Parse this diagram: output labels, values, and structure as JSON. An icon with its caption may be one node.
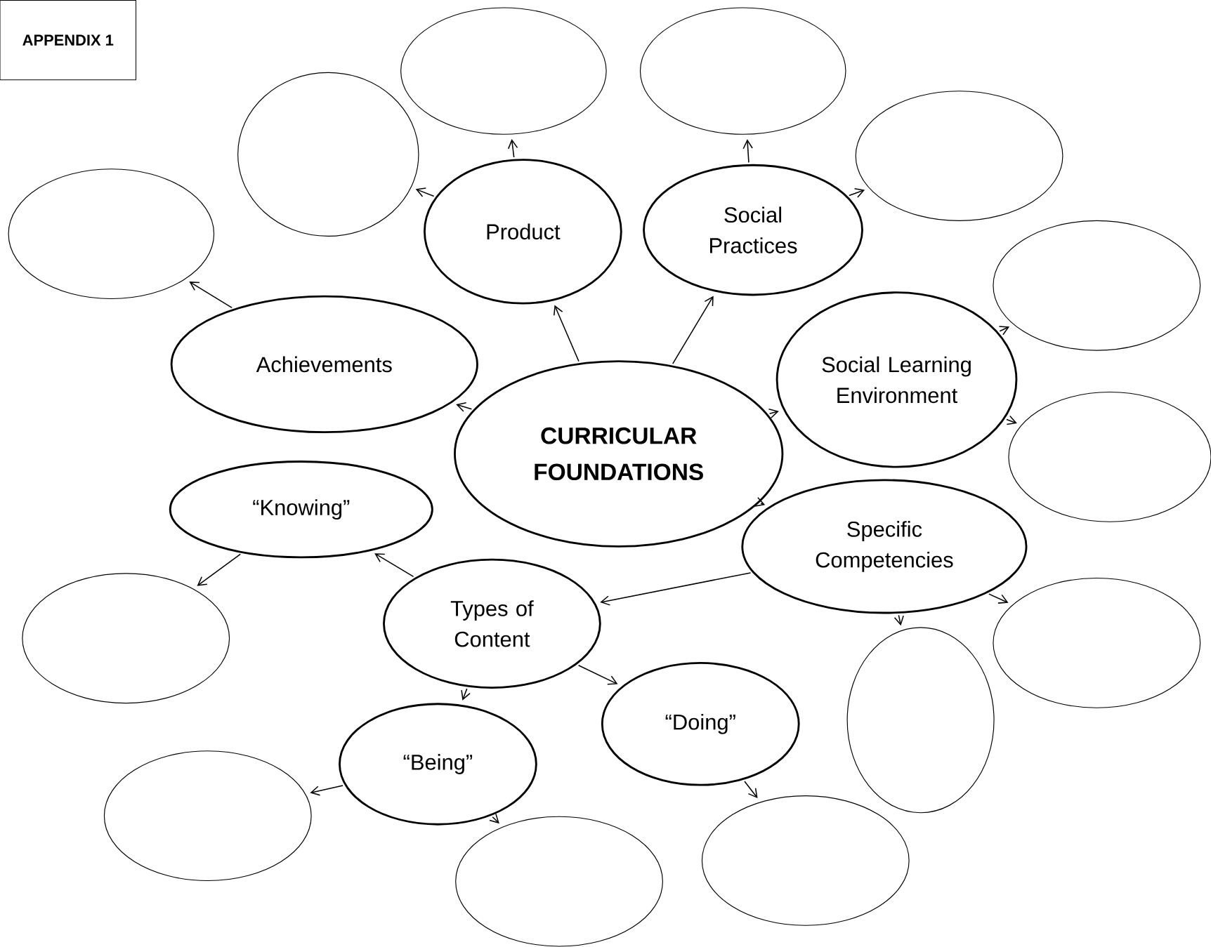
{
  "diagram": {
    "title": "APPENDIX 1",
    "nodes": [
      {
        "text": [
          "CURRICULAR FOUNDATIONS"
        ]
      },
      {
        "text": [
          "Product"
        ]
      },
      {
        "text": [
          "Social Practices"
        ]
      },
      {
        "text": [
          "Achievements"
        ]
      },
      {
        "text": [
          "Social Learning Environment"
        ]
      },
      {
        "text": [
          "Specific Competencies"
        ]
      },
      {
        "text": [
          "“Knowing”"
        ]
      },
      {
        "text": [
          "Types of Content"
        ]
      },
      {
        "text": [
          "“Doing”"
        ]
      },
      {
        "text": [
          "“Being”"
        ]
      },
      {
        "text": [],
        "shape": "ellipse"
      },
      {
        "text": [],
        "shape": "ellipse"
      },
      {
        "text": [],
        "shape": "ellipse"
      },
      {
        "text": [],
        "shape": "ellipse"
      },
      {
        "text": [],
        "shape": "ellipse"
      },
      {
        "text": [],
        "shape": "ellipse"
      },
      {
        "text": [],
        "shape": "ellipse"
      },
      {
        "text": [],
        "shape": "ellipse"
      },
      {
        "text": [],
        "shape": "ellipse"
      },
      {
        "text": [],
        "shape": "ellipse"
      },
      {
        "text": [],
        "shape": "ellipse"
      },
      {
        "text": [],
        "shape": "ellipse"
      },
      {
        "text": [],
        "shape": "ellipse"
      }
    ],
    "edges": [
      {
        "from": 0,
        "to": 3,
        "arrow": "to"
      },
      {
        "from": 0,
        "to": 1,
        "arrow": "to"
      },
      {
        "from": 0,
        "to": 2,
        "arrow": "to"
      },
      {
        "from": 0,
        "to": 4,
        "arrow": "to"
      },
      {
        "from": 0,
        "to": 5,
        "arrow": "to"
      },
      {
        "from": 5,
        "to": 7,
        "arrow": "to"
      },
      {
        "from": 7,
        "to": 6,
        "arrow": "to"
      },
      {
        "from": 7,
        "to": 8,
        "arrow": "to"
      },
      {
        "from": 7,
        "to": 9,
        "arrow": "to"
      },
      {
        "from": 1,
        "to": 10,
        "arrow": "to"
      },
      {
        "from": 1,
        "to": 12,
        "arrow": "to"
      },
      {
        "from": 2,
        "to": 11,
        "arrow": "to"
      },
      {
        "from": 2,
        "to": 13,
        "arrow": "to"
      },
      {
        "from": 3,
        "to": 14,
        "arrow": "to"
      },
      {
        "from": 4,
        "to": 15,
        "arrow": "to"
      },
      {
        "from": 4,
        "to": 16,
        "arrow": "to"
      },
      {
        "from": 5,
        "to": 18,
        "arrow": "to"
      },
      {
        "from": 5,
        "to": 19,
        "arrow": "to"
      },
      {
        "from": 6,
        "to": 17,
        "arrow": "to"
      },
      {
        "from": 8,
        "to": 21,
        "arrow": "to"
      },
      {
        "from": 9,
        "to": 20,
        "arrow": "to"
      },
      {
        "from": 9,
        "to": 22,
        "arrow": "to"
      }
    ]
  }
}
